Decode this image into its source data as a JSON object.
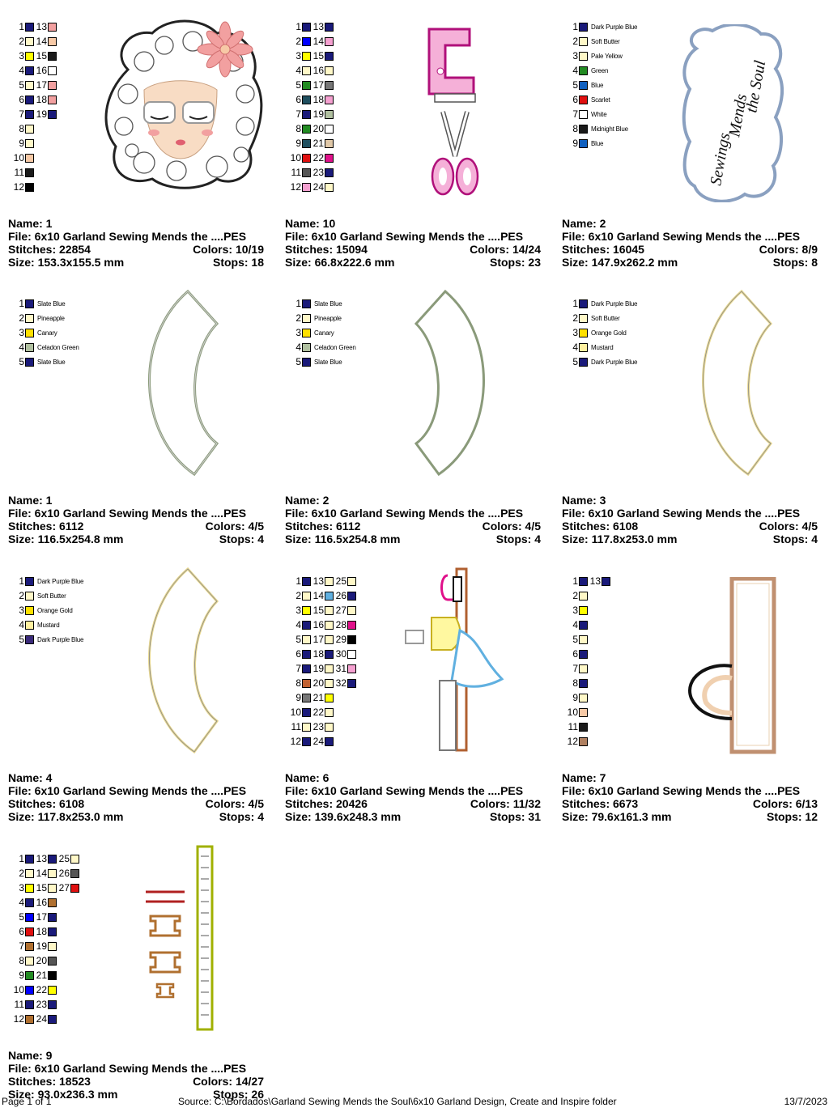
{
  "designs": [
    {
      "name": "Name: 1",
      "file": "File: 6x10 Garland Sewing Mends the ....PES",
      "stitches": "Stitches: 22854",
      "colors": "Colors: 10/19",
      "size": "Size: 153.3x155.5 mm",
      "stops": "Stops: 18",
      "legend_cols": [
        [
          {
            "n": "1",
            "c": "#1a1a7a"
          },
          {
            "n": "2",
            "c": "#fff8c8"
          },
          {
            "n": "3",
            "c": "#ffff00"
          },
          {
            "n": "4",
            "c": "#1a1a7a"
          },
          {
            "n": "5",
            "c": "#fff8c8"
          },
          {
            "n": "6",
            "c": "#1a1a7a"
          },
          {
            "n": "7",
            "c": "#1a1a7a"
          },
          {
            "n": "8",
            "c": "#fff8c8"
          },
          {
            "n": "9",
            "c": "#fff8c8"
          },
          {
            "n": "10",
            "c": "#f7c9a6"
          },
          {
            "n": "11",
            "c": "#1a1a1a"
          },
          {
            "n": "12",
            "c": "#000000"
          }
        ],
        [
          {
            "n": "13",
            "c": "#f2a0a0"
          },
          {
            "n": "14",
            "c": "#f7c9a6"
          },
          {
            "n": "15",
            "c": "#1a1a1a"
          },
          {
            "n": "16",
            "c": "#ffffff"
          },
          {
            "n": "17",
            "c": "#f2a0a0"
          },
          {
            "n": "18",
            "c": "#f2a0a0"
          },
          {
            "n": "19",
            "c": "#1a1a7a"
          }
        ]
      ]
    },
    {
      "name": "Name: 10",
      "file": "File: 6x10 Garland Sewing Mends the ....PES",
      "stitches": "Stitches: 15094",
      "colors": "Colors: 14/24",
      "size": "Size: 66.8x222.6 mm",
      "stops": "Stops: 23",
      "legend_cols": [
        [
          {
            "n": "1",
            "c": "#1a1a7a"
          },
          {
            "n": "2",
            "c": "#0000ff"
          },
          {
            "n": "3",
            "c": "#ffff00"
          },
          {
            "n": "4",
            "c": "#fff8c8"
          },
          {
            "n": "5",
            "c": "#228b22"
          },
          {
            "n": "6",
            "c": "#1f4f5f"
          },
          {
            "n": "7",
            "c": "#1a1a7a"
          },
          {
            "n": "8",
            "c": "#228b22"
          },
          {
            "n": "9",
            "c": "#1f4f5f"
          },
          {
            "n": "10",
            "c": "#e01010"
          },
          {
            "n": "11",
            "c": "#555555"
          },
          {
            "n": "12",
            "c": "#f5a0d0"
          }
        ],
        [
          {
            "n": "13",
            "c": "#1a1a7a"
          },
          {
            "n": "14",
            "c": "#f5a0d0"
          },
          {
            "n": "15",
            "c": "#1a1a7a"
          },
          {
            "n": "16",
            "c": "#fff8c8"
          },
          {
            "n": "17",
            "c": "#777777"
          },
          {
            "n": "18",
            "c": "#f5a0d0"
          },
          {
            "n": "19",
            "c": "#b0c0a0"
          },
          {
            "n": "20",
            "c": "#ffffff"
          },
          {
            "n": "21",
            "c": "#e0c8a8"
          },
          {
            "n": "22",
            "c": "#e0108a"
          },
          {
            "n": "23",
            "c": "#1a1a7a"
          },
          {
            "n": "24",
            "c": "#fff8c8"
          }
        ]
      ]
    },
    {
      "name": "Name: 2",
      "file": "File: 6x10 Garland Sewing Mends the ....PES",
      "stitches": "Stitches: 16045",
      "colors": "Colors: 8/9",
      "size": "Size: 147.9x262.2 mm",
      "stops": "Stops: 8",
      "legend": [
        {
          "n": "1",
          "c": "#1a1a7a",
          "t": "Dark Purple Blue"
        },
        {
          "n": "2",
          "c": "#fff8c8",
          "t": "Soft Butter"
        },
        {
          "n": "3",
          "c": "#fff8c8",
          "t": "Pale Yellow"
        },
        {
          "n": "4",
          "c": "#228b22",
          "t": "Green"
        },
        {
          "n": "5",
          "c": "#1060c0",
          "t": "Blue"
        },
        {
          "n": "6",
          "c": "#e01010",
          "t": "Scarlet"
        },
        {
          "n": "7",
          "c": "#ffffff",
          "t": "White"
        },
        {
          "n": "8",
          "c": "#1a1a1a",
          "t": "Midnight Blue"
        },
        {
          "n": "9",
          "c": "#1060c0",
          "t": "Blue"
        }
      ],
      "art_text": [
        "Sewings",
        "Mends",
        "the Soul"
      ]
    },
    {
      "name": "Name: 1",
      "file": "File: 6x10 Garland Sewing Mends the ....PES",
      "stitches": "Stitches: 6112",
      "colors": "Colors: 4/5",
      "size": "Size: 116.5x254.8 mm",
      "stops": "Stops: 4",
      "legend": [
        {
          "n": "1",
          "c": "#1a1a7a",
          "t": "Slate Blue"
        },
        {
          "n": "2",
          "c": "#fff8c8",
          "t": "Pineapple"
        },
        {
          "n": "3",
          "c": "#ffe000",
          "t": "Canary"
        },
        {
          "n": "4",
          "c": "#b0c0a0",
          "t": "Celadon Green"
        },
        {
          "n": "5",
          "c": "#1a1a7a",
          "t": "Slate Blue"
        }
      ]
    },
    {
      "name": "Name: 2",
      "file": "File: 6x10 Garland Sewing Mends the ....PES",
      "stitches": "Stitches: 6112",
      "colors": "Colors: 4/5",
      "size": "Size: 116.5x254.8 mm",
      "stops": "Stops: 4",
      "legend": [
        {
          "n": "1",
          "c": "#1a1a7a",
          "t": "Slate Blue"
        },
        {
          "n": "2",
          "c": "#fff8c8",
          "t": "Pineapple"
        },
        {
          "n": "3",
          "c": "#ffe000",
          "t": "Canary"
        },
        {
          "n": "4",
          "c": "#b0c0a0",
          "t": "Celadon Green"
        },
        {
          "n": "5",
          "c": "#1a1a7a",
          "t": "Slate Blue"
        }
      ]
    },
    {
      "name": "Name: 3",
      "file": "File: 6x10 Garland Sewing Mends the ....PES",
      "stitches": "Stitches: 6108",
      "colors": "Colors: 4/5",
      "size": "Size: 117.8x253.0 mm",
      "stops": "Stops: 4",
      "legend": [
        {
          "n": "1",
          "c": "#1a1a7a",
          "t": "Dark Purple Blue"
        },
        {
          "n": "2",
          "c": "#fff8c8",
          "t": "Soft Butter"
        },
        {
          "n": "3",
          "c": "#ffe000",
          "t": "Orange Gold"
        },
        {
          "n": "4",
          "c": "#fff0a0",
          "t": "Mustard"
        },
        {
          "n": "5",
          "c": "#1a1a7a",
          "t": "Dark Purple Blue"
        }
      ]
    },
    {
      "name": "Name: 4",
      "file": "File: 6x10 Garland Sewing Mends the ....PES",
      "stitches": "Stitches: 6108",
      "colors": "Colors: 4/5",
      "size": "Size: 117.8x253.0 mm",
      "stops": "Stops: 4",
      "legend": [
        {
          "n": "1",
          "c": "#1a1a7a",
          "t": "Dark Purple Blue"
        },
        {
          "n": "2",
          "c": "#fff8c8",
          "t": "Soft Butter"
        },
        {
          "n": "3",
          "c": "#ffe000",
          "t": "Orange Gold"
        },
        {
          "n": "4",
          "c": "#fff0a0",
          "t": "Mustard"
        },
        {
          "n": "5",
          "c": "#3a2a7a",
          "t": "Dark Purple Blue"
        }
      ]
    },
    {
      "name": "Name: 6",
      "file": "File: 6x10 Garland Sewing Mends the ....PES",
      "stitches": "Stitches: 20426",
      "colors": "Colors: 11/32",
      "size": "Size: 139.6x248.3 mm",
      "stops": "Stops: 31",
      "legend_cols": [
        [
          {
            "n": "1",
            "c": "#1a1a7a"
          },
          {
            "n": "2",
            "c": "#fff8c8"
          },
          {
            "n": "3",
            "c": "#ffff00"
          },
          {
            "n": "4",
            "c": "#1a1a7a"
          },
          {
            "n": "5",
            "c": "#fff8c8"
          },
          {
            "n": "6",
            "c": "#1a1a7a"
          },
          {
            "n": "7",
            "c": "#1a1a7a"
          },
          {
            "n": "8",
            "c": "#c06030"
          },
          {
            "n": "9",
            "c": "#777777"
          },
          {
            "n": "10",
            "c": "#1a1a7a"
          },
          {
            "n": "11",
            "c": "#fff8c8"
          },
          {
            "n": "12",
            "c": "#1a1a7a"
          }
        ],
        [
          {
            "n": "13",
            "c": "#fff8c8"
          },
          {
            "n": "14",
            "c": "#60b0e0"
          },
          {
            "n": "15",
            "c": "#fff8c8"
          },
          {
            "n": "16",
            "c": "#fff8c8"
          },
          {
            "n": "17",
            "c": "#fff8c8"
          },
          {
            "n": "18",
            "c": "#1a1a7a"
          },
          {
            "n": "19",
            "c": "#fff8c8"
          },
          {
            "n": "20",
            "c": "#fff8c8"
          },
          {
            "n": "21",
            "c": "#ffff00"
          },
          {
            "n": "22",
            "c": "#fff8c8"
          },
          {
            "n": "23",
            "c": "#fff8c8"
          },
          {
            "n": "24",
            "c": "#1a1a7a"
          }
        ],
        [
          {
            "n": "25",
            "c": "#fff8c8"
          },
          {
            "n": "26",
            "c": "#1a1a7a"
          },
          {
            "n": "27",
            "c": "#fff8c8"
          },
          {
            "n": "28",
            "c": "#e0108a"
          },
          {
            "n": "29",
            "c": "#000000"
          },
          {
            "n": "30",
            "c": "#ffffff"
          },
          {
            "n": "31",
            "c": "#f5a0d0"
          },
          {
            "n": "32",
            "c": "#1a1a7a"
          }
        ]
      ]
    },
    {
      "name": "Name: 7",
      "file": "File: 6x10 Garland Sewing Mends the ....PES",
      "stitches": "Stitches: 6673",
      "colors": "Colors: 6/13",
      "size": "Size: 79.6x161.3 mm",
      "stops": "Stops: 12",
      "legend_cols": [
        [
          {
            "n": "1",
            "c": "#1a1a7a"
          },
          {
            "n": "2",
            "c": "#fff8c8"
          },
          {
            "n": "3",
            "c": "#ffff00"
          },
          {
            "n": "4",
            "c": "#1a1a7a"
          },
          {
            "n": "5",
            "c": "#fff8c8"
          },
          {
            "n": "6",
            "c": "#1a1a7a"
          },
          {
            "n": "7",
            "c": "#fff8c8"
          },
          {
            "n": "8",
            "c": "#1a1a7a"
          },
          {
            "n": "9",
            "c": "#fff8c8"
          },
          {
            "n": "10",
            "c": "#f7c9a6"
          },
          {
            "n": "11",
            "c": "#1a1a1a"
          },
          {
            "n": "12",
            "c": "#b08060"
          }
        ],
        [
          {
            "n": "13",
            "c": "#1a1a7a"
          }
        ]
      ]
    },
    {
      "name": "Name: 9",
      "file": "File: 6x10 Garland Sewing Mends the ....PES",
      "stitches": "Stitches: 18523",
      "colors": "Colors: 14/27",
      "size": "Size: 93.0x236.3 mm",
      "stops": "Stops: 26",
      "legend_cols": [
        [
          {
            "n": "1",
            "c": "#1a1a7a"
          },
          {
            "n": "2",
            "c": "#fff8c8"
          },
          {
            "n": "3",
            "c": "#ffff00"
          },
          {
            "n": "4",
            "c": "#1a1a7a"
          },
          {
            "n": "5",
            "c": "#0000ff"
          },
          {
            "n": "6",
            "c": "#e01010"
          },
          {
            "n": "7",
            "c": "#b07030"
          },
          {
            "n": "8",
            "c": "#fff8c8"
          },
          {
            "n": "9",
            "c": "#228b22"
          },
          {
            "n": "10",
            "c": "#0000ff"
          },
          {
            "n": "11",
            "c": "#1a1a7a"
          },
          {
            "n": "12",
            "c": "#b07030"
          }
        ],
        [
          {
            "n": "13",
            "c": "#1a1a7a"
          },
          {
            "n": "14",
            "c": "#fff8c8"
          },
          {
            "n": "15",
            "c": "#fff8c8"
          },
          {
            "n": "16",
            "c": "#b07030"
          },
          {
            "n": "17",
            "c": "#1a1a7a"
          },
          {
            "n": "18",
            "c": "#1a1a7a"
          },
          {
            "n": "19",
            "c": "#fff8c8"
          },
          {
            "n": "20",
            "c": "#555555"
          },
          {
            "n": "21",
            "c": "#000000"
          },
          {
            "n": "22",
            "c": "#ffff00"
          },
          {
            "n": "23",
            "c": "#1a1a7a"
          },
          {
            "n": "24",
            "c": "#1a1a7a"
          }
        ],
        [
          {
            "n": "25",
            "c": "#fff8c8"
          },
          {
            "n": "26",
            "c": "#555555"
          },
          {
            "n": "27",
            "c": "#e01010"
          }
        ]
      ]
    }
  ],
  "footer": {
    "page": "Page 1 of 1",
    "source": "Source: C:\\Bordados\\Garland Sewing Mends the Soul\\6x10 Garland Design, Create and Inspire folder",
    "date": "13/7/2023"
  }
}
